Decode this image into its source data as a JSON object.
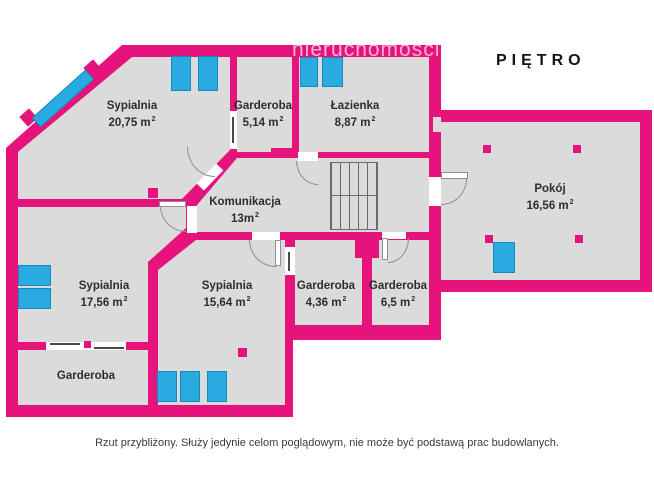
{
  "title": "PIĘTRO",
  "watermark": "nieruchomości",
  "disclaimer": "Rzut przybliżony. Służy jedynie celom poglądowym, nie może być podstawą prac budowlanych.",
  "colors": {
    "wall": "#e6137c",
    "floor": "#dbdbdb",
    "window_blue": "#29abe2"
  },
  "rooms": [
    {
      "id": "sypialnia-1",
      "name": "Sypialnia",
      "area": "20,75 m",
      "sup": "2"
    },
    {
      "id": "garderoba-1",
      "name": "Garderoba",
      "area": "5,14 m",
      "sup": "2"
    },
    {
      "id": "lazienka",
      "name": "Łazienka",
      "area": "8,87 m",
      "sup": "2"
    },
    {
      "id": "pokoj",
      "name": "Pokój",
      "area": "16,56 m",
      "sup": "2"
    },
    {
      "id": "komunikacja",
      "name": "Komunikacja",
      "area": "13m",
      "sup": "2"
    },
    {
      "id": "sypialnia-2",
      "name": "Sypialnia",
      "area": "17,56 m",
      "sup": "2"
    },
    {
      "id": "sypialnia-3",
      "name": "Sypialnia",
      "area": "15,64 m",
      "sup": "2"
    },
    {
      "id": "garderoba-2",
      "name": "Garderoba",
      "area": "4,36 m",
      "sup": "2"
    },
    {
      "id": "garderoba-3",
      "name": "Garderoba",
      "area": "6,5 m",
      "sup": "2"
    },
    {
      "id": "garderoba-4",
      "name": "Garderoba",
      "area": "",
      "sup": ""
    }
  ]
}
